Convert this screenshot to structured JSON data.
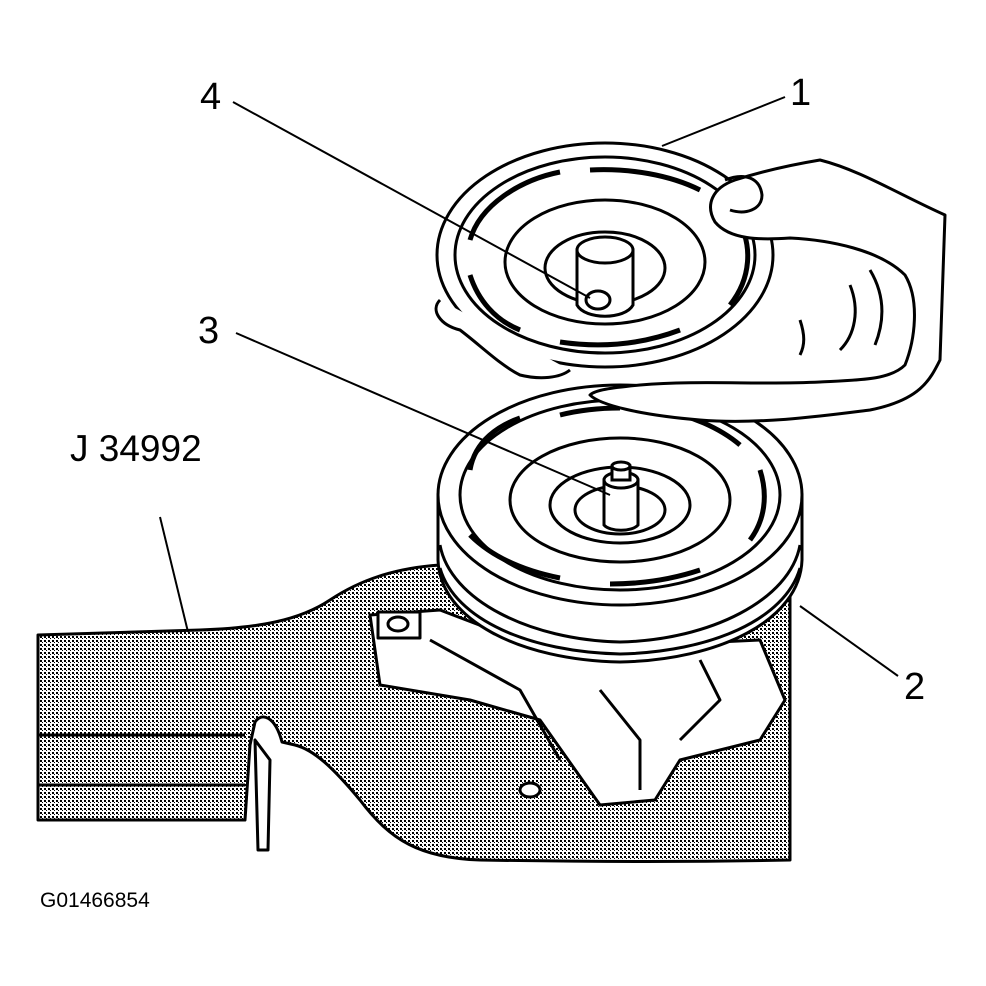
{
  "figure": {
    "callouts": {
      "c1": "1",
      "c2": "2",
      "c3": "3",
      "c4": "4"
    },
    "tool_label": "J 34992",
    "figure_id": "G01466854"
  },
  "colors": {
    "ink": "#000000",
    "paper": "#ffffff",
    "stipple": "#8a8a8a"
  }
}
